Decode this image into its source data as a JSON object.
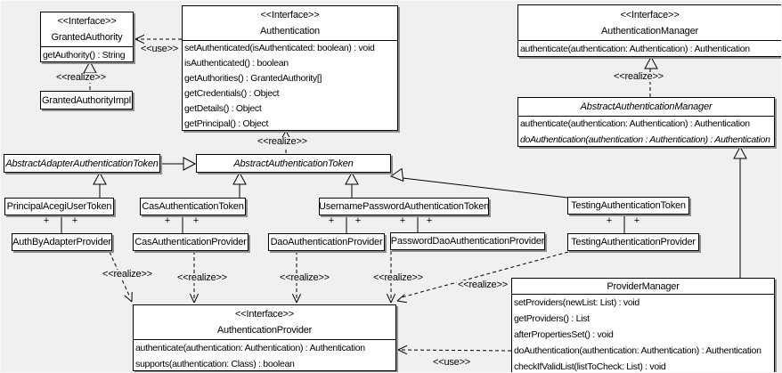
{
  "diagram_title": "Acegi authentication UML class diagram",
  "colors": {
    "background": "#f0f0f0",
    "node_fill": "#ffffff",
    "line": "#000000",
    "shadow": "#8f8f8f"
  },
  "classes": [
    {
      "id": "granted-authority",
      "stereotype": "<<Interface>>",
      "name": "GrantedAuthority",
      "abstract": false,
      "methods": [
        {
          "text": "getAuthority() : String",
          "abstract": false
        }
      ]
    },
    {
      "id": "granted-authority-impl",
      "name": "GrantedAuthorityImpl",
      "abstract": false,
      "methods": []
    },
    {
      "id": "authentication",
      "stereotype": "<<Interface>>",
      "name": "Authentication",
      "abstract": false,
      "methods": [
        {
          "text": "setAuthenticated(isAuthenticated: boolean) : void",
          "abstract": false
        },
        {
          "text": "isAuthenticated() : boolean",
          "abstract": false
        },
        {
          "text": "getAuthorities() : GrantedAuthority[]",
          "abstract": false
        },
        {
          "text": "getCredentials() : Object",
          "abstract": false
        },
        {
          "text": "getDetails() : Object",
          "abstract": false
        },
        {
          "text": "getPrincipal() : Object",
          "abstract": false
        }
      ]
    },
    {
      "id": "authentication-manager",
      "stereotype": "<<Interface>>",
      "name": "AuthenticationManager",
      "abstract": false,
      "methods": [
        {
          "text": "authenticate(authentication: Authentication) : Authentication",
          "abstract": false
        }
      ]
    },
    {
      "id": "abstract-authentication-manager",
      "name": "AbstractAuthenticationManager",
      "abstract": true,
      "methods": [
        {
          "text": "authenticate(authentication: Authentication) : Authentication",
          "abstract": false
        },
        {
          "text": "doAuthentication(authentication : Authentication) : Authentication",
          "abstract": true
        }
      ]
    },
    {
      "id": "abstract-adapter-authentication-token",
      "name": "AbstractAdapterAuthenticationToken",
      "abstract": true,
      "methods": []
    },
    {
      "id": "abstract-authentication-token",
      "name": "AbstractAuthenticationToken",
      "abstract": true,
      "methods": []
    },
    {
      "id": "principal-acegi-user-token",
      "name": "PrincipalAcegiUserToken",
      "abstract": false,
      "methods": []
    },
    {
      "id": "cas-authentication-token",
      "name": "CasAuthenticationToken",
      "abstract": false,
      "methods": []
    },
    {
      "id": "username-password-authentication-token",
      "name": "UsernamePasswordAuthenticationToken",
      "abstract": false,
      "methods": []
    },
    {
      "id": "testing-authentication-token",
      "name": "TestingAuthenticationToken",
      "abstract": false,
      "methods": []
    },
    {
      "id": "auth-by-adapter-provider",
      "name": "AuthByAdapterProvider",
      "abstract": false,
      "methods": []
    },
    {
      "id": "cas-authentication-provider",
      "name": "CasAuthenticationProvider",
      "abstract": false,
      "methods": []
    },
    {
      "id": "dao-authentication-provider",
      "name": "DaoAuthenticationProvider",
      "abstract": false,
      "methods": []
    },
    {
      "id": "password-dao-authentication-provider",
      "name": "PasswordDaoAuthenticationProvider",
      "abstract": false,
      "methods": []
    },
    {
      "id": "testing-authentication-provider",
      "name": "TestingAuthenticationProvider",
      "abstract": false,
      "methods": []
    },
    {
      "id": "authentication-provider",
      "stereotype": "<<Interface>>",
      "name": "AuthenticationProvider",
      "abstract": false,
      "methods": [
        {
          "text": "authenticate(authentication: Authentication) : Authentication",
          "abstract": false
        },
        {
          "text": "supports(authentication: Class) : boolean",
          "abstract": false
        }
      ]
    },
    {
      "id": "provider-manager",
      "name": "ProviderManager",
      "abstract": false,
      "methods": [
        {
          "text": "setProviders(newList: List) : void",
          "abstract": false
        },
        {
          "text": "getProviders() : List",
          "abstract": false
        },
        {
          "text": "afterPropertiesSet() : void",
          "abstract": false
        },
        {
          "text": "doAuthentication(authentication: Authentication) : Authentication",
          "abstract": false
        },
        {
          "text": "checkIfValidList(listToCheck: List) : void",
          "abstract": false
        }
      ]
    }
  ],
  "edges": [
    {
      "id": "use-authentication-grantedauthority",
      "type": "usage",
      "label": "<<use>>",
      "from": "Authentication",
      "to": "GrantedAuthority"
    },
    {
      "id": "realize-grantedauthorityimpl",
      "type": "realization",
      "label": "<<realize>>",
      "from": "GrantedAuthorityImpl",
      "to": "GrantedAuthority"
    },
    {
      "id": "realize-abstracttoken-authentication",
      "type": "realization",
      "label": "<<realize>>",
      "from": "AbstractAuthenticationToken",
      "to": "Authentication"
    },
    {
      "id": "realize-absauthmgr-authmgr",
      "type": "realization",
      "label": "<<realize>>",
      "from": "AbstractAuthenticationManager",
      "to": "AuthenticationManager"
    },
    {
      "id": "gen-adapter-abstracttoken",
      "type": "generalization",
      "label": "",
      "from": "AbstractAdapterAuthenticationToken",
      "to": "AbstractAuthenticationToken"
    },
    {
      "id": "gen-principal-adapter",
      "type": "generalization",
      "label": "",
      "from": "PrincipalAcegiUserToken",
      "to": "AbstractAdapterAuthenticationToken"
    },
    {
      "id": "gen-cas-abstracttoken",
      "type": "generalization",
      "label": "",
      "from": "CasAuthenticationToken",
      "to": "AbstractAuthenticationToken"
    },
    {
      "id": "gen-userpass-abstracttoken",
      "type": "generalization",
      "label": "",
      "from": "UsernamePasswordAuthenticationToken",
      "to": "AbstractAuthenticationToken"
    },
    {
      "id": "gen-testing-abstracttoken",
      "type": "generalization",
      "label": "",
      "from": "TestingAuthenticationToken",
      "to": "AbstractAuthenticationToken"
    },
    {
      "id": "gen-providermanager-absauthmgr",
      "type": "generalization",
      "label": "",
      "from": "ProviderManager",
      "to": "AbstractAuthenticationManager"
    },
    {
      "id": "assoc-principal-authby",
      "type": "association",
      "label": "",
      "from": "PrincipalAcegiUserToken",
      "to": "AuthByAdapterProvider",
      "end_labels": [
        "+",
        "+"
      ]
    },
    {
      "id": "assoc-cas",
      "type": "association",
      "label": "",
      "from": "CasAuthenticationToken",
      "to": "CasAuthenticationProvider",
      "end_labels": [
        "+",
        "+"
      ]
    },
    {
      "id": "assoc-userpass-dao",
      "type": "association",
      "label": "",
      "from": "UsernamePasswordAuthenticationToken",
      "to": "DaoAuthenticationProvider",
      "end_labels": [
        "+",
        "+"
      ]
    },
    {
      "id": "assoc-userpass-passworddao",
      "type": "association",
      "label": "",
      "from": "UsernamePasswordAuthenticationToken",
      "to": "PasswordDaoAuthenticationProvider",
      "end_labels": [
        "+",
        "+"
      ]
    },
    {
      "id": "assoc-testing",
      "type": "association",
      "label": "",
      "from": "TestingAuthenticationToken",
      "to": "TestingAuthenticationProvider",
      "end_labels": [
        "+",
        "+"
      ]
    },
    {
      "id": "realize-authby",
      "type": "realization",
      "label": "<<realize>>",
      "from": "AuthByAdapterProvider",
      "to": "AuthenticationProvider"
    },
    {
      "id": "realize-cas",
      "type": "realization",
      "label": "<<realize>>",
      "from": "CasAuthenticationProvider",
      "to": "AuthenticationProvider"
    },
    {
      "id": "realize-dao",
      "type": "realization",
      "label": "<<realize>>",
      "from": "DaoAuthenticationProvider",
      "to": "AuthenticationProvider"
    },
    {
      "id": "realize-passworddao",
      "type": "realization",
      "label": "<<realize>>",
      "from": "PasswordDaoAuthenticationProvider",
      "to": "AuthenticationProvider"
    },
    {
      "id": "realize-testing",
      "type": "realization",
      "label": "<<realize>>",
      "from": "TestingAuthenticationProvider",
      "to": "AuthenticationProvider"
    },
    {
      "id": "use-providermanager-authprovider",
      "type": "usage",
      "label": "<<use>>",
      "from": "ProviderManager",
      "to": "AuthenticationProvider"
    }
  ]
}
